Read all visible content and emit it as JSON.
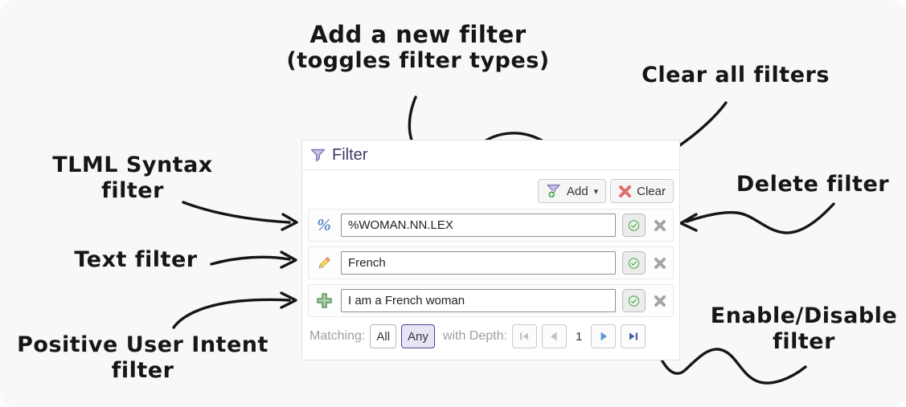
{
  "annotations": {
    "add": {
      "line1": "Add a new filter",
      "line2": "(toggles filter types)"
    },
    "clear": "Clear all filters",
    "tlml": {
      "line1": "TLML Syntax",
      "line2": "filter"
    },
    "text": "Text filter",
    "positive": {
      "line1": "Positive User Intent",
      "line2": "filter"
    },
    "delete": "Delete filter",
    "enable": {
      "line1": "Enable/Disable",
      "line2": "filter"
    }
  },
  "panel": {
    "title": "Filter",
    "toolbar": {
      "add_label": "Add",
      "clear_label": "Clear"
    },
    "filters": [
      {
        "type": "tlml-syntax",
        "icon": "percent-icon",
        "value": "%WOMAN.NN.LEX",
        "enabled": true
      },
      {
        "type": "text",
        "icon": "pencil-icon",
        "value": "French",
        "enabled": true
      },
      {
        "type": "positive-user-intent",
        "icon": "plus-icon",
        "value": "I am a French woman",
        "enabled": true
      }
    ],
    "footer": {
      "matching_label": "Matching:",
      "options": [
        {
          "label": "All",
          "selected": false
        },
        {
          "label": "Any",
          "selected": true
        }
      ],
      "depth_label": "with Depth:",
      "page": "1"
    }
  },
  "icons": {
    "percent": "%",
    "plus": "+",
    "caret_down": "▾"
  },
  "colors": {
    "title_purple": "#3d3a64",
    "funnel_fill": "#cdc1ea",
    "funnel_stroke": "#8376b6",
    "clear_red": "#e06c6c",
    "enable_green": "#66ac66",
    "delete_gray": "#a5a5a5",
    "percent_blue": "#5b87c8",
    "pager_blue": "#5b9bd5",
    "pager_blue_dark": "#41609e",
    "selected_border": "#4f4291",
    "selected_bg": "#e8e4f5"
  }
}
